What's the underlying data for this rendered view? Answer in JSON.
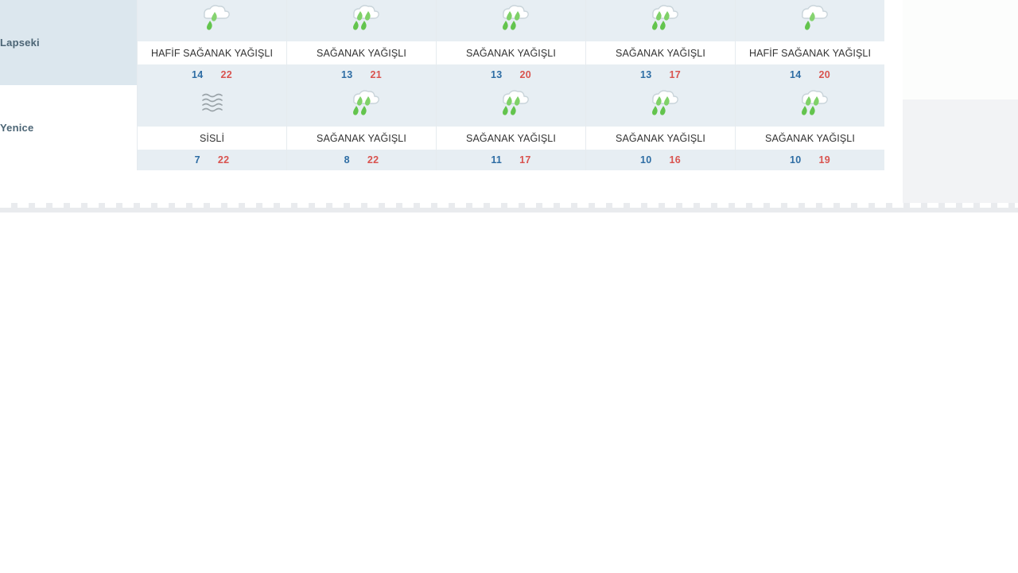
{
  "table": {
    "row_count": 2,
    "day_count": 5,
    "rows": [
      {
        "location": "Lapseki",
        "days": [
          {
            "icon": "light-rain-shower-icon",
            "description": "HAFİF SAĞANAK YAĞIŞLI",
            "min": "14",
            "max": "22"
          },
          {
            "icon": "rain-shower-icon",
            "description": "SAĞANAK YAĞIŞLI",
            "min": "13",
            "max": "21"
          },
          {
            "icon": "rain-shower-icon",
            "description": "SAĞANAK YAĞIŞLI",
            "min": "13",
            "max": "20"
          },
          {
            "icon": "rain-shower-icon",
            "description": "SAĞANAK YAĞIŞLI",
            "min": "13",
            "max": "17"
          },
          {
            "icon": "light-rain-shower-icon",
            "description": "HAFİF SAĞANAK YAĞIŞLI",
            "min": "14",
            "max": "20"
          }
        ]
      },
      {
        "location": "Yenice",
        "days": [
          {
            "icon": "fog-icon",
            "description": "SİSLİ",
            "min": "7",
            "max": "22"
          },
          {
            "icon": "rain-shower-icon",
            "description": "SAĞANAK YAĞIŞLI",
            "min": "8",
            "max": "22"
          },
          {
            "icon": "rain-shower-icon",
            "description": "SAĞANAK YAĞIŞLI",
            "min": "11",
            "max": "17"
          },
          {
            "icon": "rain-shower-icon",
            "description": "SAĞANAK YAĞIŞLI",
            "min": "10",
            "max": "16"
          },
          {
            "icon": "rain-shower-icon",
            "description": "SAĞANAK YAĞIŞLI",
            "min": "10",
            "max": "19"
          }
        ]
      }
    ]
  },
  "colors": {
    "min_temp": "#2e6da4",
    "max_temp": "#d9534f",
    "location_label": "#4c6575",
    "cell_tint": "#e7eef3",
    "name_cell_tint": "#dce7ee",
    "raindrop_green": "#63c44d",
    "fog_gray": "#9aa3a8"
  }
}
